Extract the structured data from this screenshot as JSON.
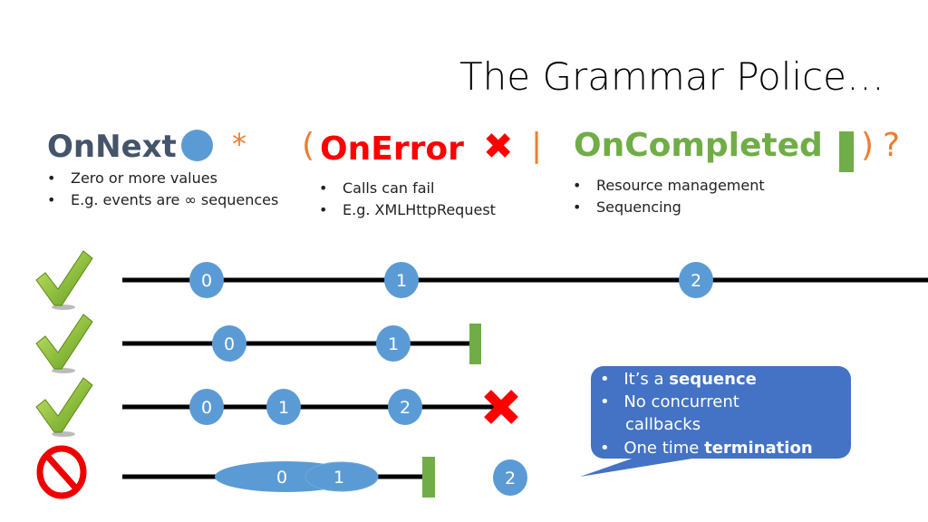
{
  "title": "The Grammar Police…",
  "onnext": {
    "label": "OnNext",
    "suffix": "*",
    "bullets": [
      "Zero or more values",
      "E.g. events are ∞ sequences"
    ]
  },
  "onerror": {
    "open_paren": "(",
    "label": "OnError",
    "separator": "|",
    "bullets": [
      "Calls can fail",
      "E.g. XMLHttpRequest"
    ]
  },
  "oncompleted": {
    "label": "OnCompleted",
    "close": ")",
    "suffix": "?",
    "bullets": [
      "Resource management",
      "Sequencing"
    ]
  },
  "rows": [
    {
      "status": "valid",
      "values": [
        "0",
        "1",
        "2"
      ],
      "termination": "none"
    },
    {
      "status": "valid",
      "values": [
        "0",
        "1"
      ],
      "termination": "completed"
    },
    {
      "status": "valid",
      "values": [
        "0",
        "1",
        "2"
      ],
      "termination": "error"
    },
    {
      "status": "invalid",
      "values": [
        "0",
        "1",
        "2"
      ],
      "termination": "completed"
    }
  ],
  "callout": {
    "b1_pre": "It’s a ",
    "b1_bold": "sequence",
    "b2_line1": "No concurrent",
    "b2_line2": "callbacks",
    "b3_pre": "One time ",
    "b3_bold": "termination"
  },
  "colors": {
    "onnext": "#44546a",
    "onerror": "#ff0000",
    "oncompleted": "#70ad47",
    "operator": "#ed7d31",
    "marble": "#5b9bd5",
    "callout": "#4472c4"
  }
}
